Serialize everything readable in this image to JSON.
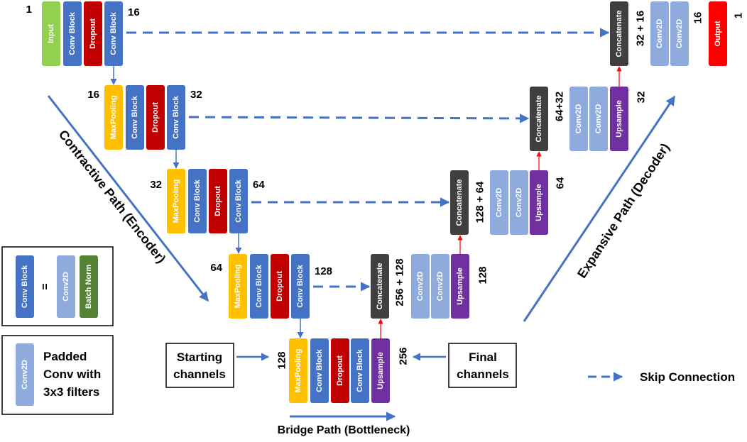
{
  "labels": {
    "conv_block": "Conv Block",
    "dropout": "Dropout",
    "maxpooling": "MaxPooling",
    "conv2d": "Conv2D",
    "upsample": "Upsample",
    "concatenate": "Concatenate",
    "input": "Input",
    "output": "Output",
    "batch_norm": "Batch Norm"
  },
  "channels": {
    "input": "1",
    "enc1_out": "16",
    "enc2_in": "16",
    "enc2_out": "32",
    "enc3_in": "32",
    "enc3_out": "64",
    "enc4_in": "64",
    "enc4_out": "128",
    "bridge_in": "128",
    "bridge_out": "256",
    "cat4": "256 + 128",
    "dec4_out": "128",
    "cat3": "128 + 64",
    "dec3_out": "64",
    "cat2": "64+32",
    "dec2_out": "32",
    "cat1": "32 + 16",
    "dec1_out": "16",
    "output": "1"
  },
  "paths": {
    "contractive": "Contractive Path (Encoder)",
    "expansive": "Expansive Path (Decoder)",
    "bridge": "Bridge Path (Bottleneck)"
  },
  "notes": {
    "starting_line1": "Starting",
    "starting_line2": "channels",
    "final_line1": "Final",
    "final_line2": "channels"
  },
  "legend": {
    "equals": "=",
    "padded_line1": "Padded",
    "padded_line2": "Conv with",
    "padded_line3": "3x3 filters",
    "skip": "Skip Connection"
  },
  "colors": {
    "conv_block": "#4472C4",
    "dropout": "#C00000",
    "maxpooling": "#FFC000",
    "conv2d": "#8FAADC",
    "upsample": "#7030A0",
    "concatenate": "#404040",
    "input": "#92D050",
    "output": "#FF0000",
    "batch_norm": "#548235",
    "arrow": "#4472C4",
    "up_arrow": "#FF0000"
  },
  "icons": {
    "skip_arrow": "dashed-arrow-icon",
    "flow_arrow": "solid-arrow-icon"
  }
}
